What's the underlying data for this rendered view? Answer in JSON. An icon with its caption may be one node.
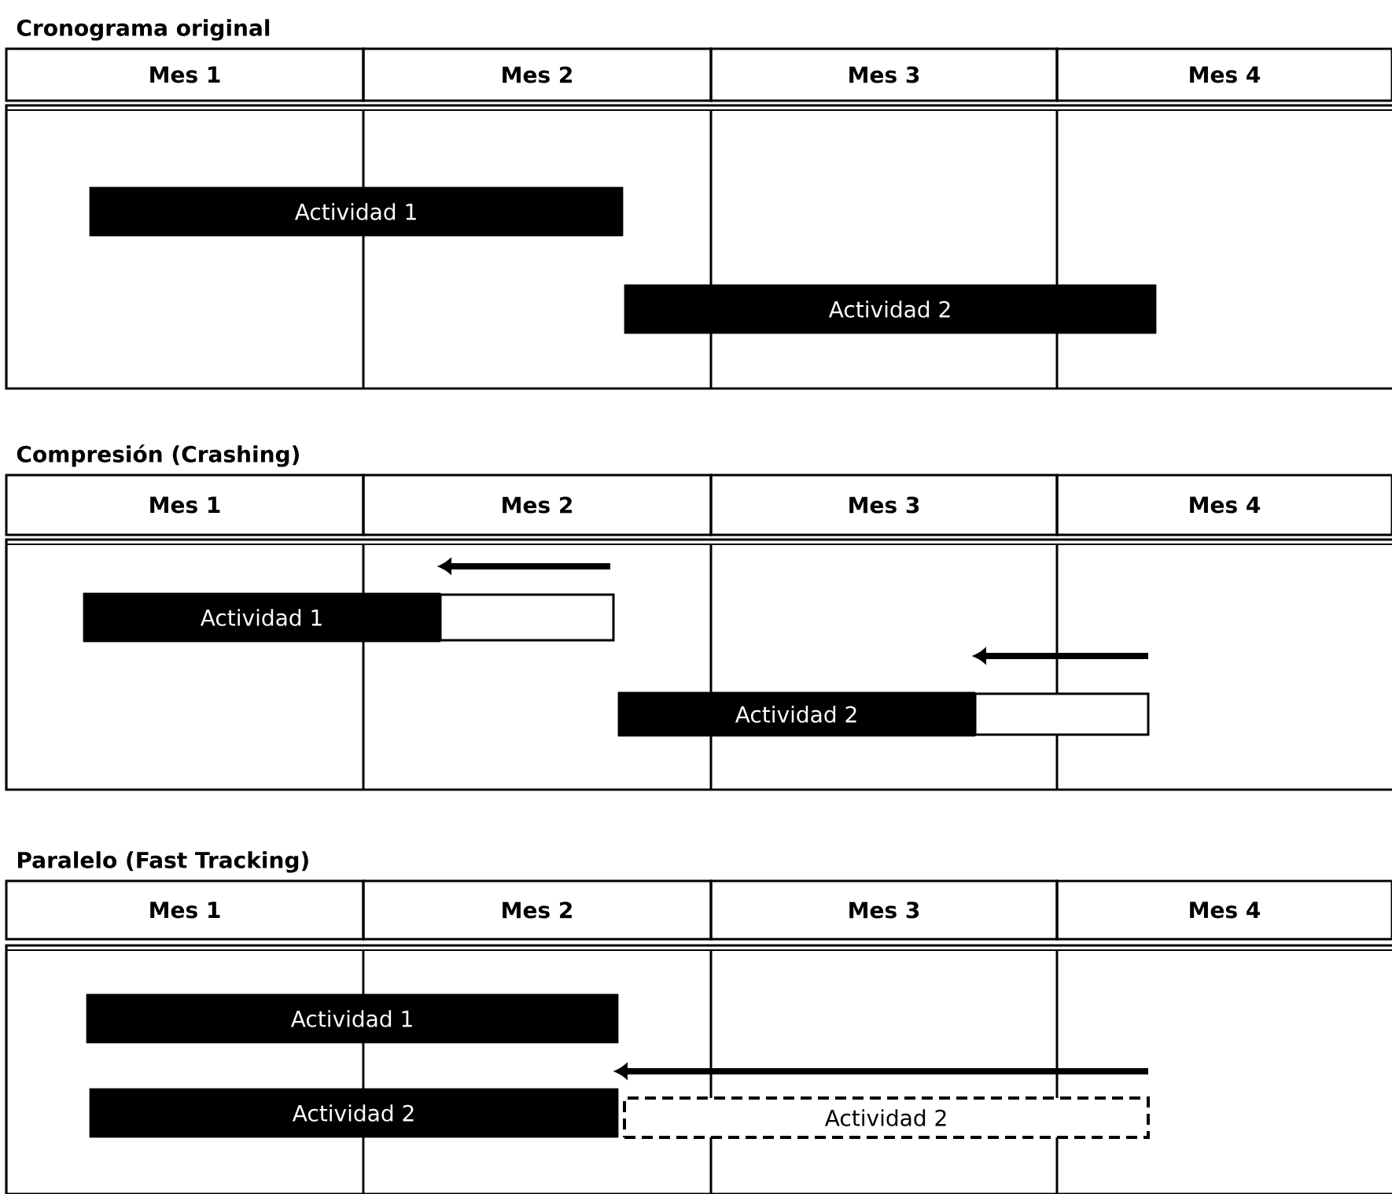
{
  "diagram": {
    "nodes": [
      {
        "text": [
          "Cronograma original"
        ]
      },
      {
        "text": [
          "Mes 1"
        ],
        "in": 0
      },
      {
        "text": [
          "Mes 2"
        ],
        "in": 0
      },
      {
        "text": [
          "Mes 3"
        ],
        "in": 0
      },
      {
        "text": [
          "Mes 4"
        ],
        "in": 0
      },
      {
        "text": [
          "Actividad 1"
        ],
        "in": 0
      },
      {
        "text": [
          "Actividad 2"
        ],
        "in": 0
      },
      {
        "text": [
          "Compresión (Crashing)"
        ]
      },
      {
        "text": [
          "Mes 1"
        ],
        "in": 7
      },
      {
        "text": [
          "Mes 2"
        ],
        "in": 7
      },
      {
        "text": [
          "Mes 3"
        ],
        "in": 7
      },
      {
        "text": [
          "Mes 4"
        ],
        "in": 7
      },
      {
        "text": [
          "Actividad 1"
        ],
        "in": 7
      },
      {
        "text": [
          "Actividad 2"
        ],
        "in": 7
      },
      {
        "text": [
          "Paralelo (Fast Tracking)"
        ]
      },
      {
        "text": [
          "Mes 1"
        ],
        "in": 14
      },
      {
        "text": [
          "Mes 2"
        ],
        "in": 14
      },
      {
        "text": [
          "Mes 3"
        ],
        "in": 14
      },
      {
        "text": [
          "Mes 4"
        ],
        "in": 14
      },
      {
        "text": [
          "Actividad 1"
        ],
        "in": 14
      },
      {
        "text": [
          "Actividad 2"
        ],
        "in": 14
      },
      {
        "text": [
          "Actividad 2"
        ],
        "in": 14
      }
    ]
  }
}
